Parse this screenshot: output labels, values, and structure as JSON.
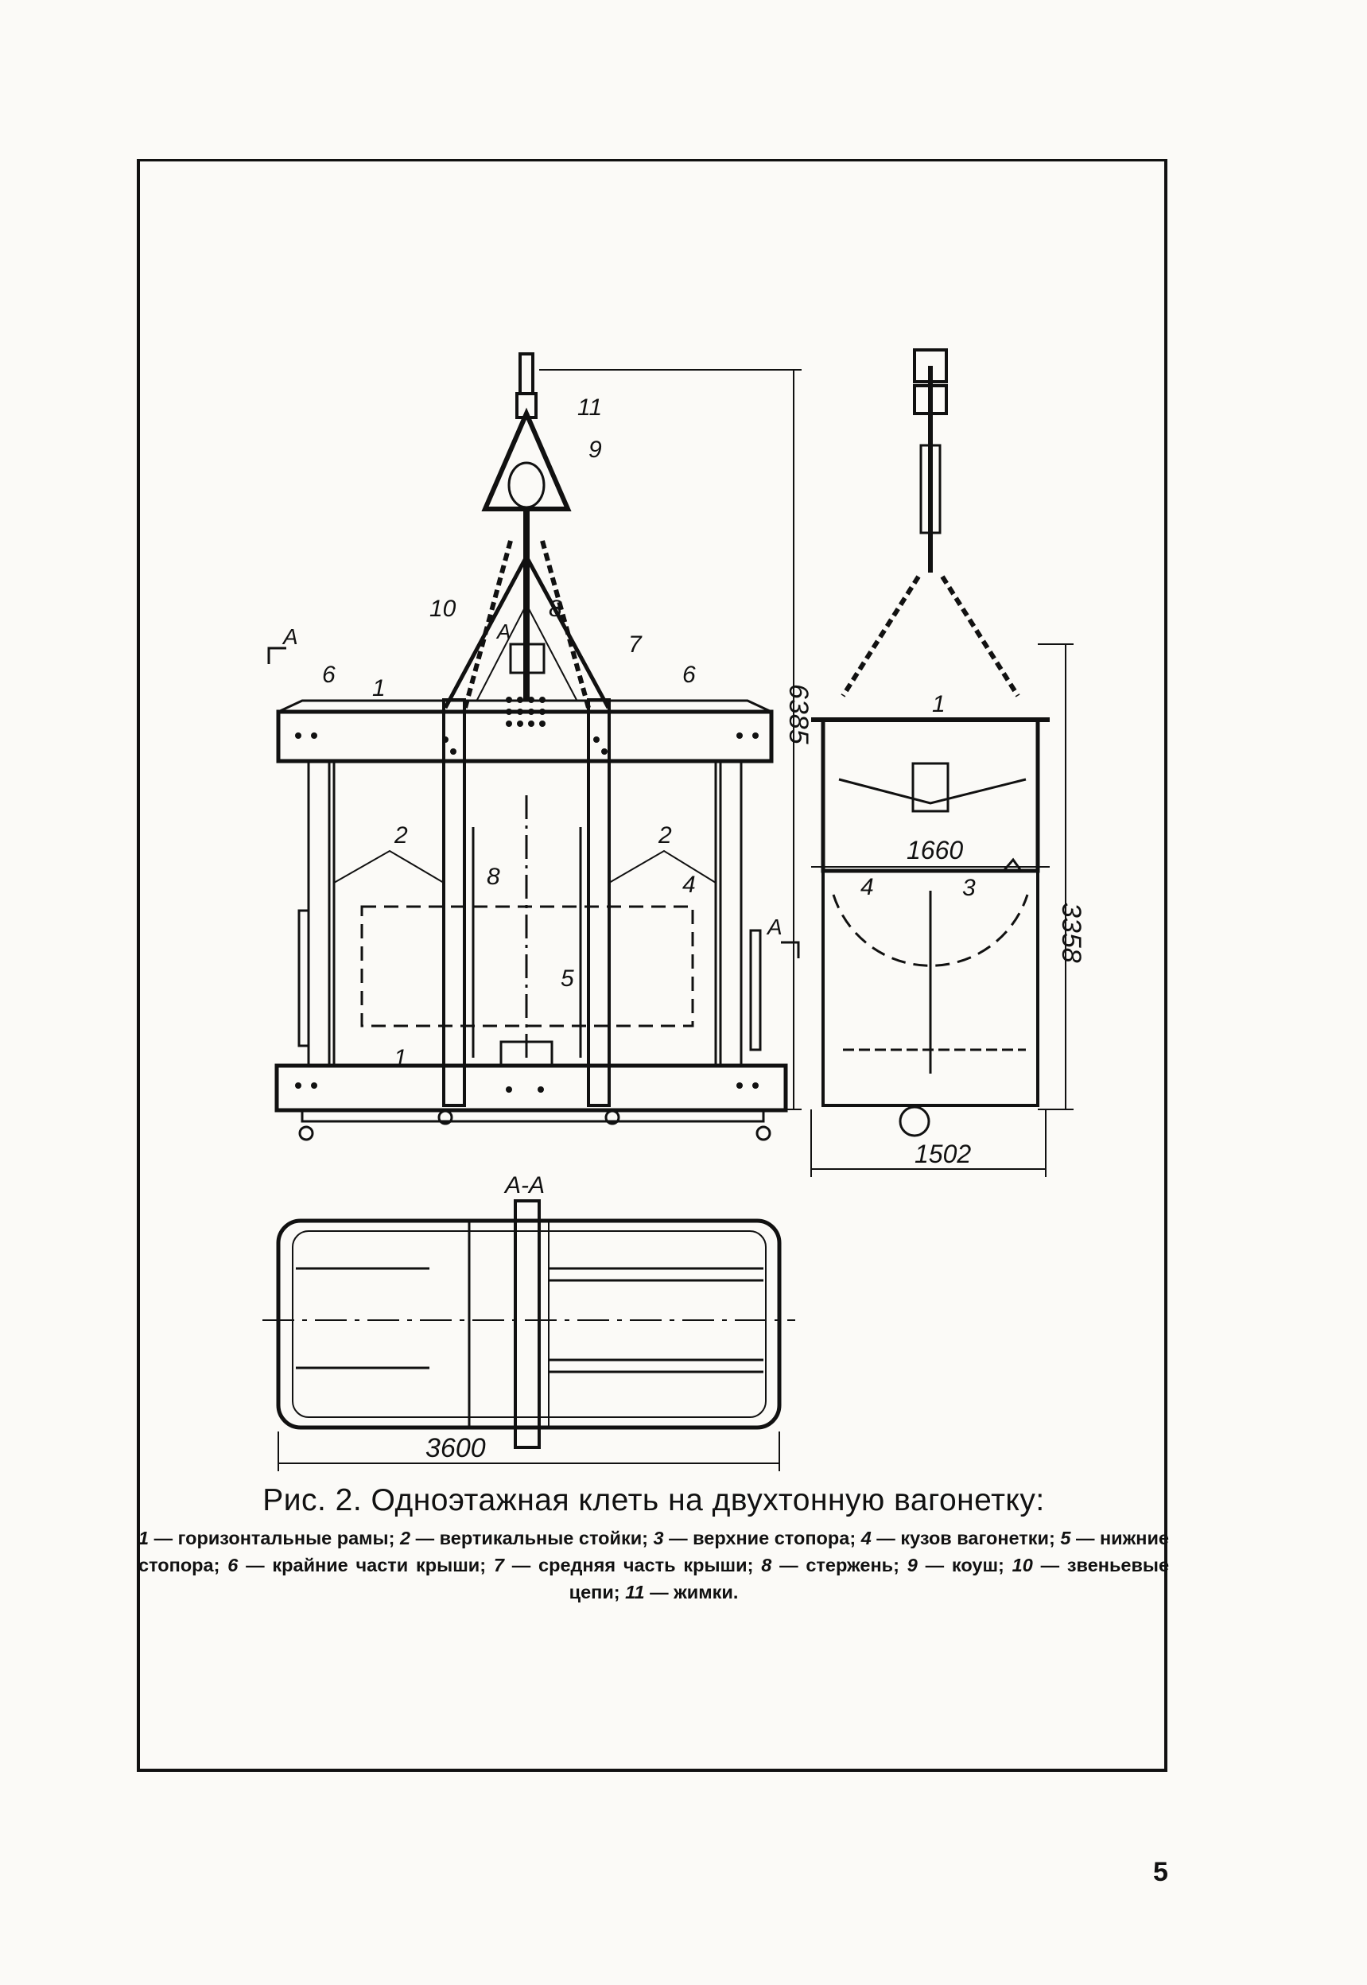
{
  "figure": {
    "dimensions": {
      "total_height": "6385",
      "cage_height": "3358",
      "width_top": "1660",
      "width_bottom": "1502",
      "plan_length": "3600"
    },
    "section_label": "А-А",
    "section_mark": "А",
    "section_mark_top": "А",
    "callouts": {
      "c1a": "1",
      "c1b": "1",
      "c1c": "1",
      "c2a": "2",
      "c2b": "2",
      "c3": "3",
      "c4a": "4",
      "c4b": "4",
      "c5": "5",
      "c6a": "6",
      "c6b": "6",
      "c7": "7",
      "c8a": "8",
      "c8b": "8",
      "c9": "9",
      "c10": "10",
      "c11": "11"
    }
  },
  "caption": {
    "title": "Рис. 2. Одноэтажная клеть на двухтонную вагонетку:",
    "legend": [
      {
        "num": "1",
        "text": "— горизонтальные рамы; "
      },
      {
        "num": "2",
        "text": "— вертикальные стойки; "
      },
      {
        "num": "3",
        "text": "— верхние стопора; "
      },
      {
        "num": "4",
        "text": "— кузов вагонетки; "
      },
      {
        "num": "5",
        "text": "— нижние стопора; "
      },
      {
        "num": "6",
        "text": "— крайние части крыши; "
      },
      {
        "num": "7",
        "text": "— средняя часть крыши; "
      },
      {
        "num": "8",
        "text": "— стержень; "
      },
      {
        "num": "9",
        "text": "— коуш; "
      },
      {
        "num": "10",
        "text": "— звеньевые цепи; "
      },
      {
        "num": "11",
        "text": "— жимки."
      }
    ]
  },
  "page_number": "5"
}
